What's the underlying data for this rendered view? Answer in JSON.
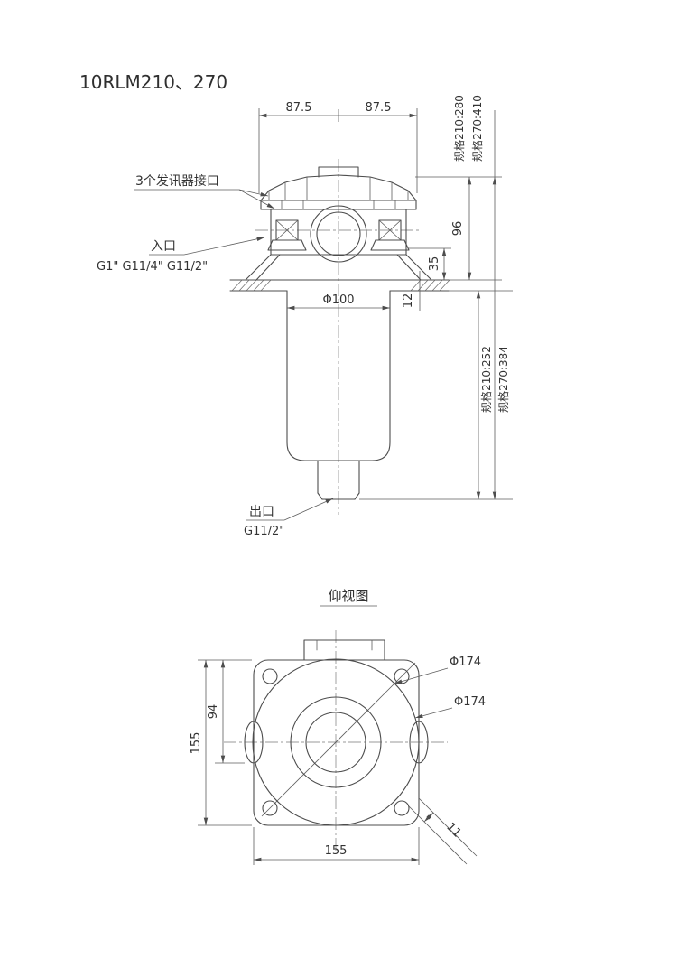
{
  "title": "10RLM210、270",
  "front_view": {
    "dim_half_width_left": "87.5",
    "dim_half_width_right": "87.5",
    "spec_overall_height_210": "规格210:280",
    "spec_overall_height_270": "规格270:410",
    "label_sensor_ports": "3个发讯器接口",
    "label_inlet": "入口",
    "inlet_threads": "G1\"  G11/4\"  G11/2\"",
    "dim_head_height": "96",
    "dim_inlet_height": "35",
    "dim_plate_thickness": "12",
    "dim_body_diameter": "Φ100",
    "spec_tank_depth_210": "规格210:252",
    "spec_tank_depth_270": "规格270:384",
    "label_outlet": "出口",
    "outlet_thread": "G11/2\""
  },
  "bottom_view": {
    "title": "仰视图",
    "dim_bolt_circle_1": "Φ174",
    "dim_bolt_circle_2": "Φ174",
    "dim_94": "94",
    "dim_height": "155",
    "dim_width": "155",
    "dim_corner": "11"
  }
}
